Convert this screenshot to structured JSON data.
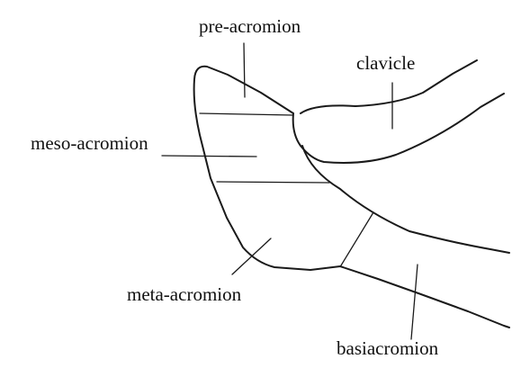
{
  "labels": {
    "pre_acromion": "pre-acromion",
    "clavicle": "clavicle",
    "meso_acromion": "meso-acromion",
    "meta_acromion": "meta-acromion",
    "basiacromion": "basiacromion"
  },
  "colors": {
    "background": "#ffffff",
    "line": "#1a1a1a",
    "text": "#111111"
  }
}
